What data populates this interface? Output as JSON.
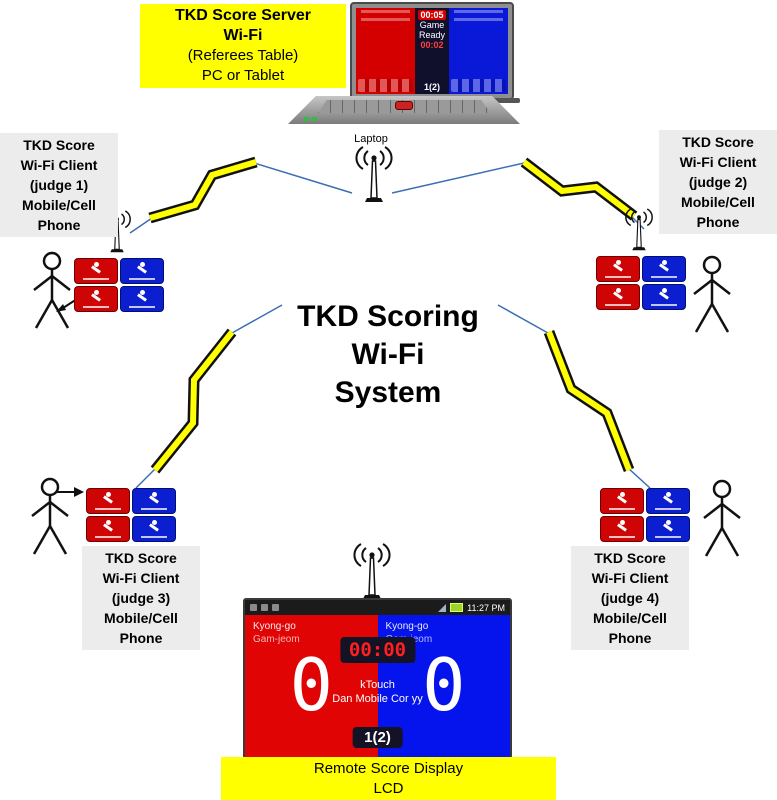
{
  "title": {
    "line1": "TKD Scoring",
    "line2": "Wi-Fi",
    "line3": "System"
  },
  "server_box": {
    "line1": "TKD Score Server",
    "line2": "Wi-Fi",
    "line3": "(Referees Table)",
    "line4": "PC or Tablet"
  },
  "laptop": {
    "caption": "Laptop",
    "screen": {
      "timer": "00:05",
      "status_line1": "Game",
      "status_line2": "Ready",
      "sub_timer": "00:02",
      "round": "1(2)"
    }
  },
  "judges": [
    {
      "line1": "TKD Score",
      "line2": "Wi-Fi Client",
      "line3": "(judge 1)",
      "line4": "Mobile/Cell",
      "line5": "Phone"
    },
    {
      "line1": "TKD Score",
      "line2": "Wi-Fi Client",
      "line3": "(judge 2)",
      "line4": "Mobile/Cell",
      "line5": "Phone"
    },
    {
      "line1": "TKD Score",
      "line2": "Wi-Fi Client",
      "line3": "(judge 3)",
      "line4": "Mobile/Cell",
      "line5": "Phone"
    },
    {
      "line1": "TKD Score",
      "line2": "Wi-Fi Client",
      "line3": "(judge 4)",
      "line4": "Mobile/Cell",
      "line5": "Phone"
    }
  ],
  "remote_display": {
    "status_time": "11:27 PM",
    "red": {
      "warning1": "Kyong-go",
      "warning2": "Gam-jeom",
      "score": "0"
    },
    "blue": {
      "warning1": "Kyong-go",
      "warning2": "Gam-jeom",
      "score": "0"
    },
    "timer": "00:00",
    "app_line1": "kTouch",
    "app_line2": "Dan Mobile Cor yy",
    "round": "1(2)"
  },
  "remote_label": {
    "line1": "Remote Score Display",
    "line2": "LCD"
  },
  "colors": {
    "highlight_yellow": "#ffff00",
    "red_panel": "#d40000",
    "blue_panel": "#0a18d8",
    "bolt_yellow": "#ffff00",
    "connector_blue": "#3c6eb4"
  }
}
